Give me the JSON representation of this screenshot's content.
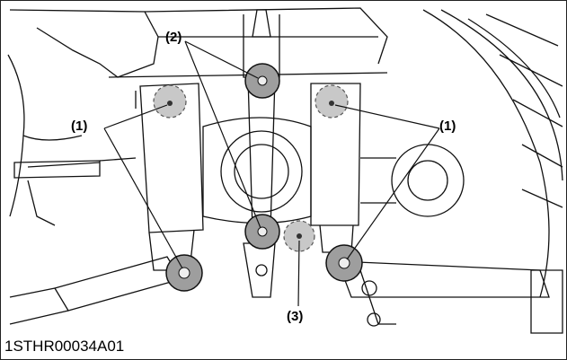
{
  "figure": {
    "code": "1STHR00034A01",
    "callouts": {
      "c1_left": "(1)",
      "c1_right": "(1)",
      "c2": "(2)",
      "c3": "(3)"
    }
  },
  "colors": {
    "highlight_solid": "#9e9e9e",
    "highlight_dashed": "#c8c8c8",
    "line": "#111111"
  }
}
